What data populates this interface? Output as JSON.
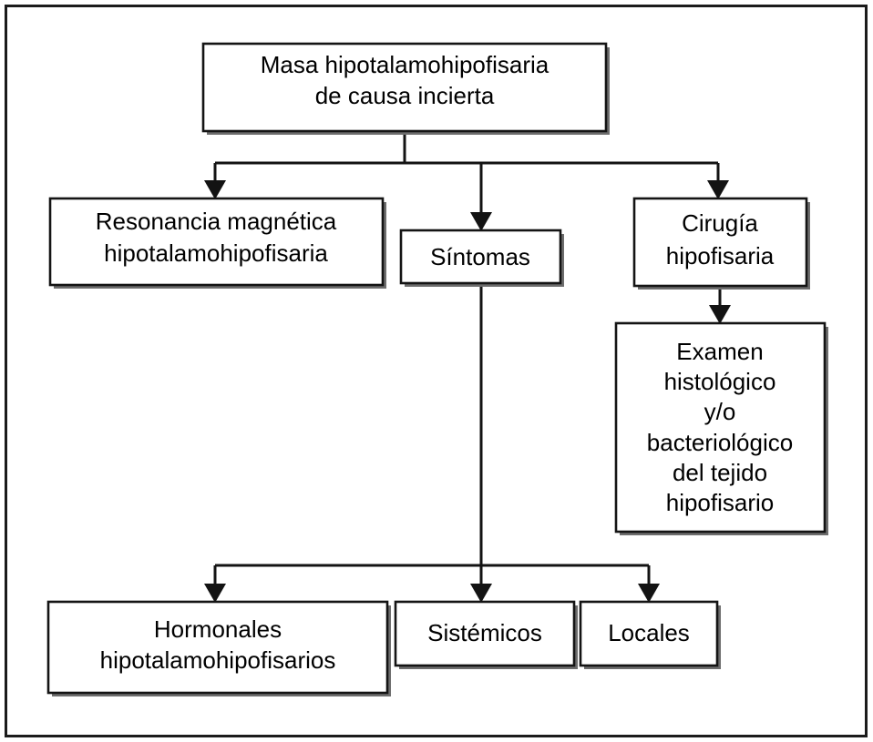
{
  "diagram": {
    "title": "Masa hipotalamohipofisaria de causa incierta",
    "language": "es",
    "frame": {
      "stroke_color": "#1b1b1b",
      "background": "#ffffff"
    },
    "node_colors": {
      "fill": "#ffffff",
      "stroke": "#141414",
      "text": "#000000",
      "shadow": "#6d6d6d"
    },
    "nodes": {
      "root": {
        "id": "masa",
        "lines": [
          "Masa hipotalamohipofisaria",
          "de causa incierta"
        ],
        "line1": "Masa hipotalamohipofisaria",
        "line2": "de causa incierta"
      },
      "resonancia": {
        "id": "resonancia",
        "lines": [
          "Resonancia magnética",
          "hipotalamohipofisaria"
        ],
        "line1": "Resonancia magnética",
        "line2": "hipotalamohipofisaria"
      },
      "sintomas": {
        "id": "sintomas",
        "lines": [
          "Síntomas"
        ],
        "line1": "Síntomas"
      },
      "cirugia": {
        "id": "cirugia",
        "lines": [
          "Cirugía",
          "hipofisaria"
        ],
        "line1": "Cirugía",
        "line2": "hipofisaria"
      },
      "examen": {
        "id": "examen",
        "lines": [
          "Examen",
          "histológico",
          "y/o",
          "bacteriológico",
          "del tejido",
          "hipofisario"
        ],
        "line1": "Examen",
        "line2": "histológico",
        "line3": "y/o",
        "line4": "bacteriológico",
        "line5": "del tejido",
        "line6": "hipofisario"
      },
      "hormonales": {
        "id": "hormonales",
        "lines": [
          "Hormonales",
          "hipotalamohipofisarios"
        ],
        "line1": "Hormonales",
        "line2": "hipotalamohipofisarios"
      },
      "sistemicos": {
        "id": "sistemicos",
        "lines": [
          "Sistémicos"
        ],
        "line1": "Sistémicos"
      },
      "locales": {
        "id": "locales",
        "lines": [
          "Locales"
        ],
        "line1": "Locales"
      }
    },
    "edges": [
      {
        "from": "masa",
        "to": "resonancia",
        "type": "elbow-down-left"
      },
      {
        "from": "masa",
        "to": "sintomas",
        "type": "straight-down"
      },
      {
        "from": "masa",
        "to": "cirugia",
        "type": "elbow-down-right"
      },
      {
        "from": "cirugia",
        "to": "examen",
        "type": "straight-down"
      },
      {
        "from": "sintomas",
        "to": "hormonales",
        "type": "elbow-down-left"
      },
      {
        "from": "sintomas",
        "to": "sistemicos",
        "type": "straight-down"
      },
      {
        "from": "sintomas",
        "to": "locales",
        "type": "elbow-down-right"
      }
    ]
  }
}
